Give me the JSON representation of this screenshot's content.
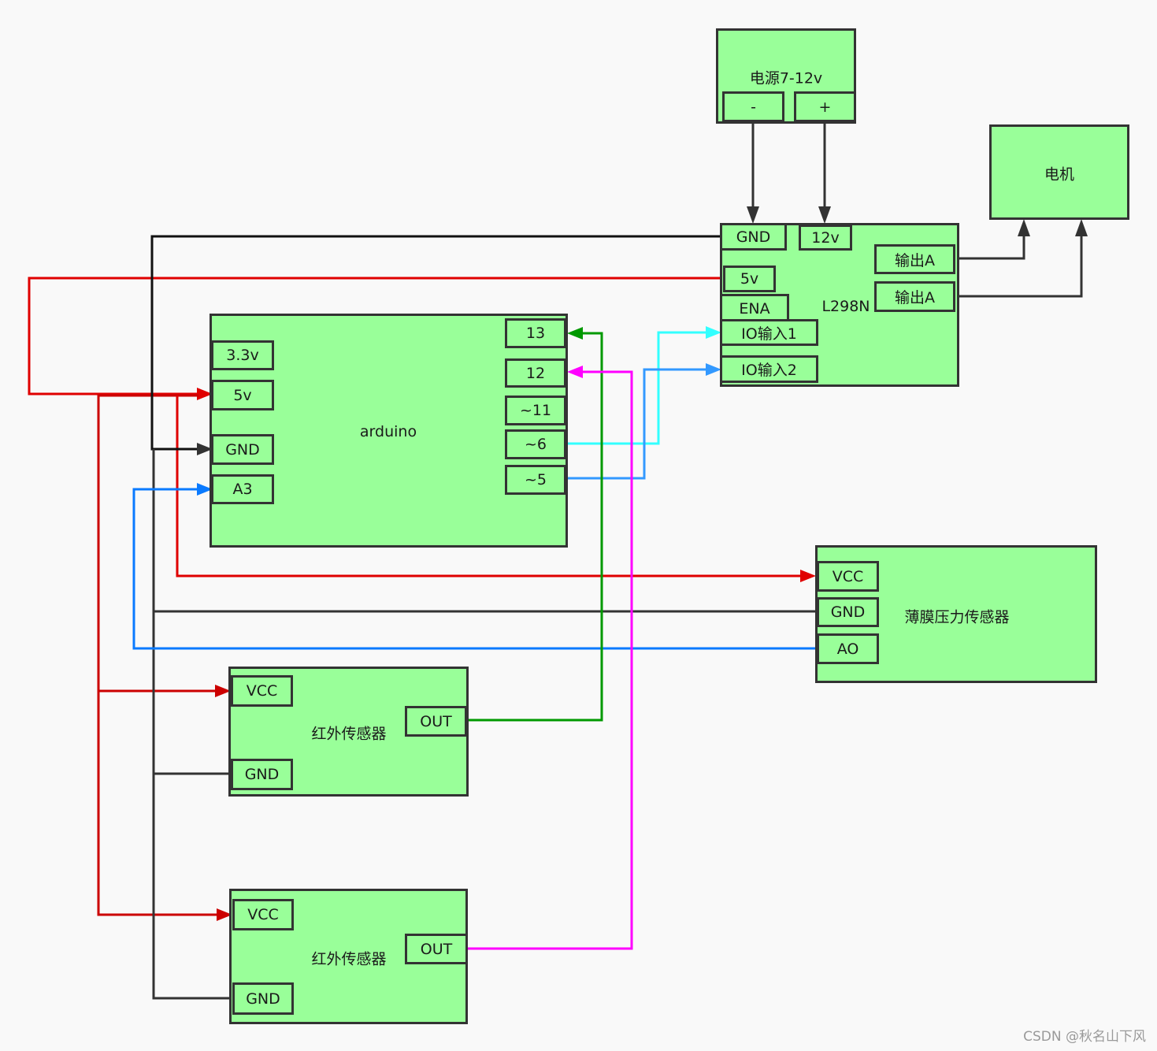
{
  "colors": {
    "block_fill": "#99ff99",
    "block_border": "#333333",
    "wire_dark": "#333333",
    "wire_black": "#111111",
    "wire_red": "#e00000",
    "wire_blue": "#0a7aff",
    "wire_cyan": "#33ffff",
    "wire_mid_blue": "#3399ff",
    "wire_green": "#009900",
    "wire_magenta": "#ff00ff"
  },
  "power": {
    "title": "电源7-12v",
    "minus": "-",
    "plus": "+"
  },
  "motor": {
    "title": "电机"
  },
  "l298n": {
    "title": "L298N",
    "gnd": "GND",
    "v12": "12v",
    "v5": "5v",
    "ena": "ENA",
    "io1": "IO输入1",
    "io2": "IO输入2",
    "out1": "输出A",
    "out2": "输出A"
  },
  "arduino": {
    "title": "arduino",
    "left_pins": [
      "3.3v",
      "5v",
      "GND",
      "A3"
    ],
    "right_pins": [
      "13",
      "12",
      "~11",
      "~6",
      "~5"
    ]
  },
  "pressure": {
    "title": "薄膜压力传感器",
    "vcc": "VCC",
    "gnd": "GND",
    "ao": "AO"
  },
  "ir1": {
    "title": "红外传感器",
    "vcc": "VCC",
    "gnd": "GND",
    "out": "OUT"
  },
  "ir2": {
    "title": "红外传感器",
    "vcc": "VCC",
    "gnd": "GND",
    "out": "OUT"
  },
  "watermark": "CSDN @秋名山下风"
}
